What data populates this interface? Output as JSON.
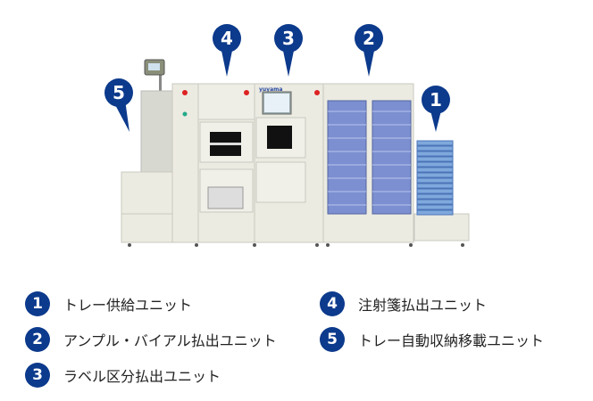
{
  "legend": [
    {
      "num": "1",
      "label": "トレー供給ユニット"
    },
    {
      "num": "2",
      "label": "アンプル・バイアル払出ユニット"
    },
    {
      "num": "3",
      "label": "ラベル区分払出ユニット"
    },
    {
      "num": "4",
      "label": "注射箋払出ユニット"
    },
    {
      "num": "5",
      "label": "トレー自動収納移載ユニット"
    }
  ],
  "machine": {
    "brand": "yuyama"
  },
  "colors": {
    "marker": "#0c3a8c",
    "body": "#ecebe2",
    "tray": "#7c8fd0"
  }
}
